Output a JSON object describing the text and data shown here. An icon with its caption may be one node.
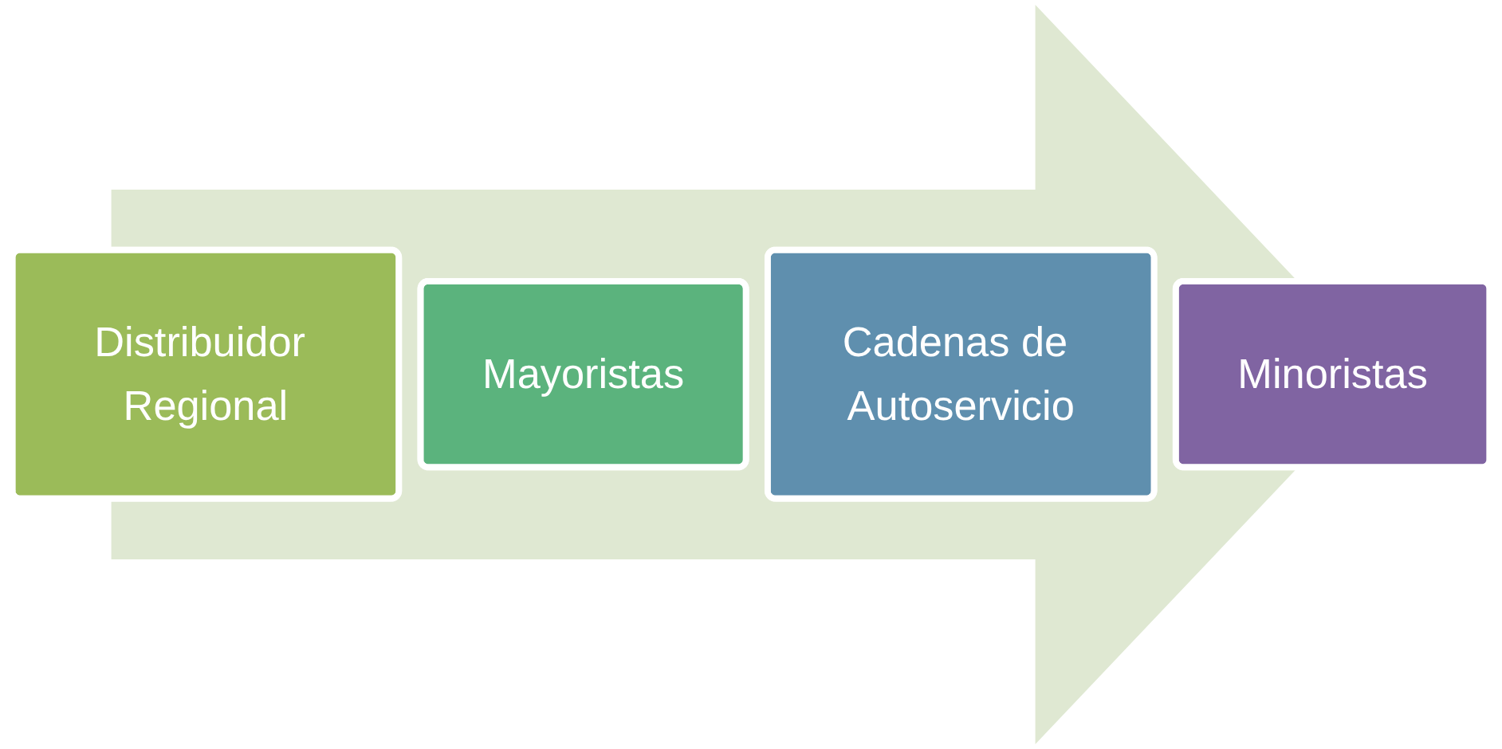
{
  "diagram": {
    "nodes": [
      {
        "text": [
          "Distribuidor Regional"
        ]
      },
      {
        "text": [
          "Mayoristas"
        ]
      },
      {
        "text": [
          "Cadenas de Autoservicio"
        ]
      },
      {
        "text": [
          "Minoristas"
        ]
      }
    ],
    "edges": [
      {
        "from": 0,
        "to": 3,
        "arrow": "to"
      }
    ]
  }
}
